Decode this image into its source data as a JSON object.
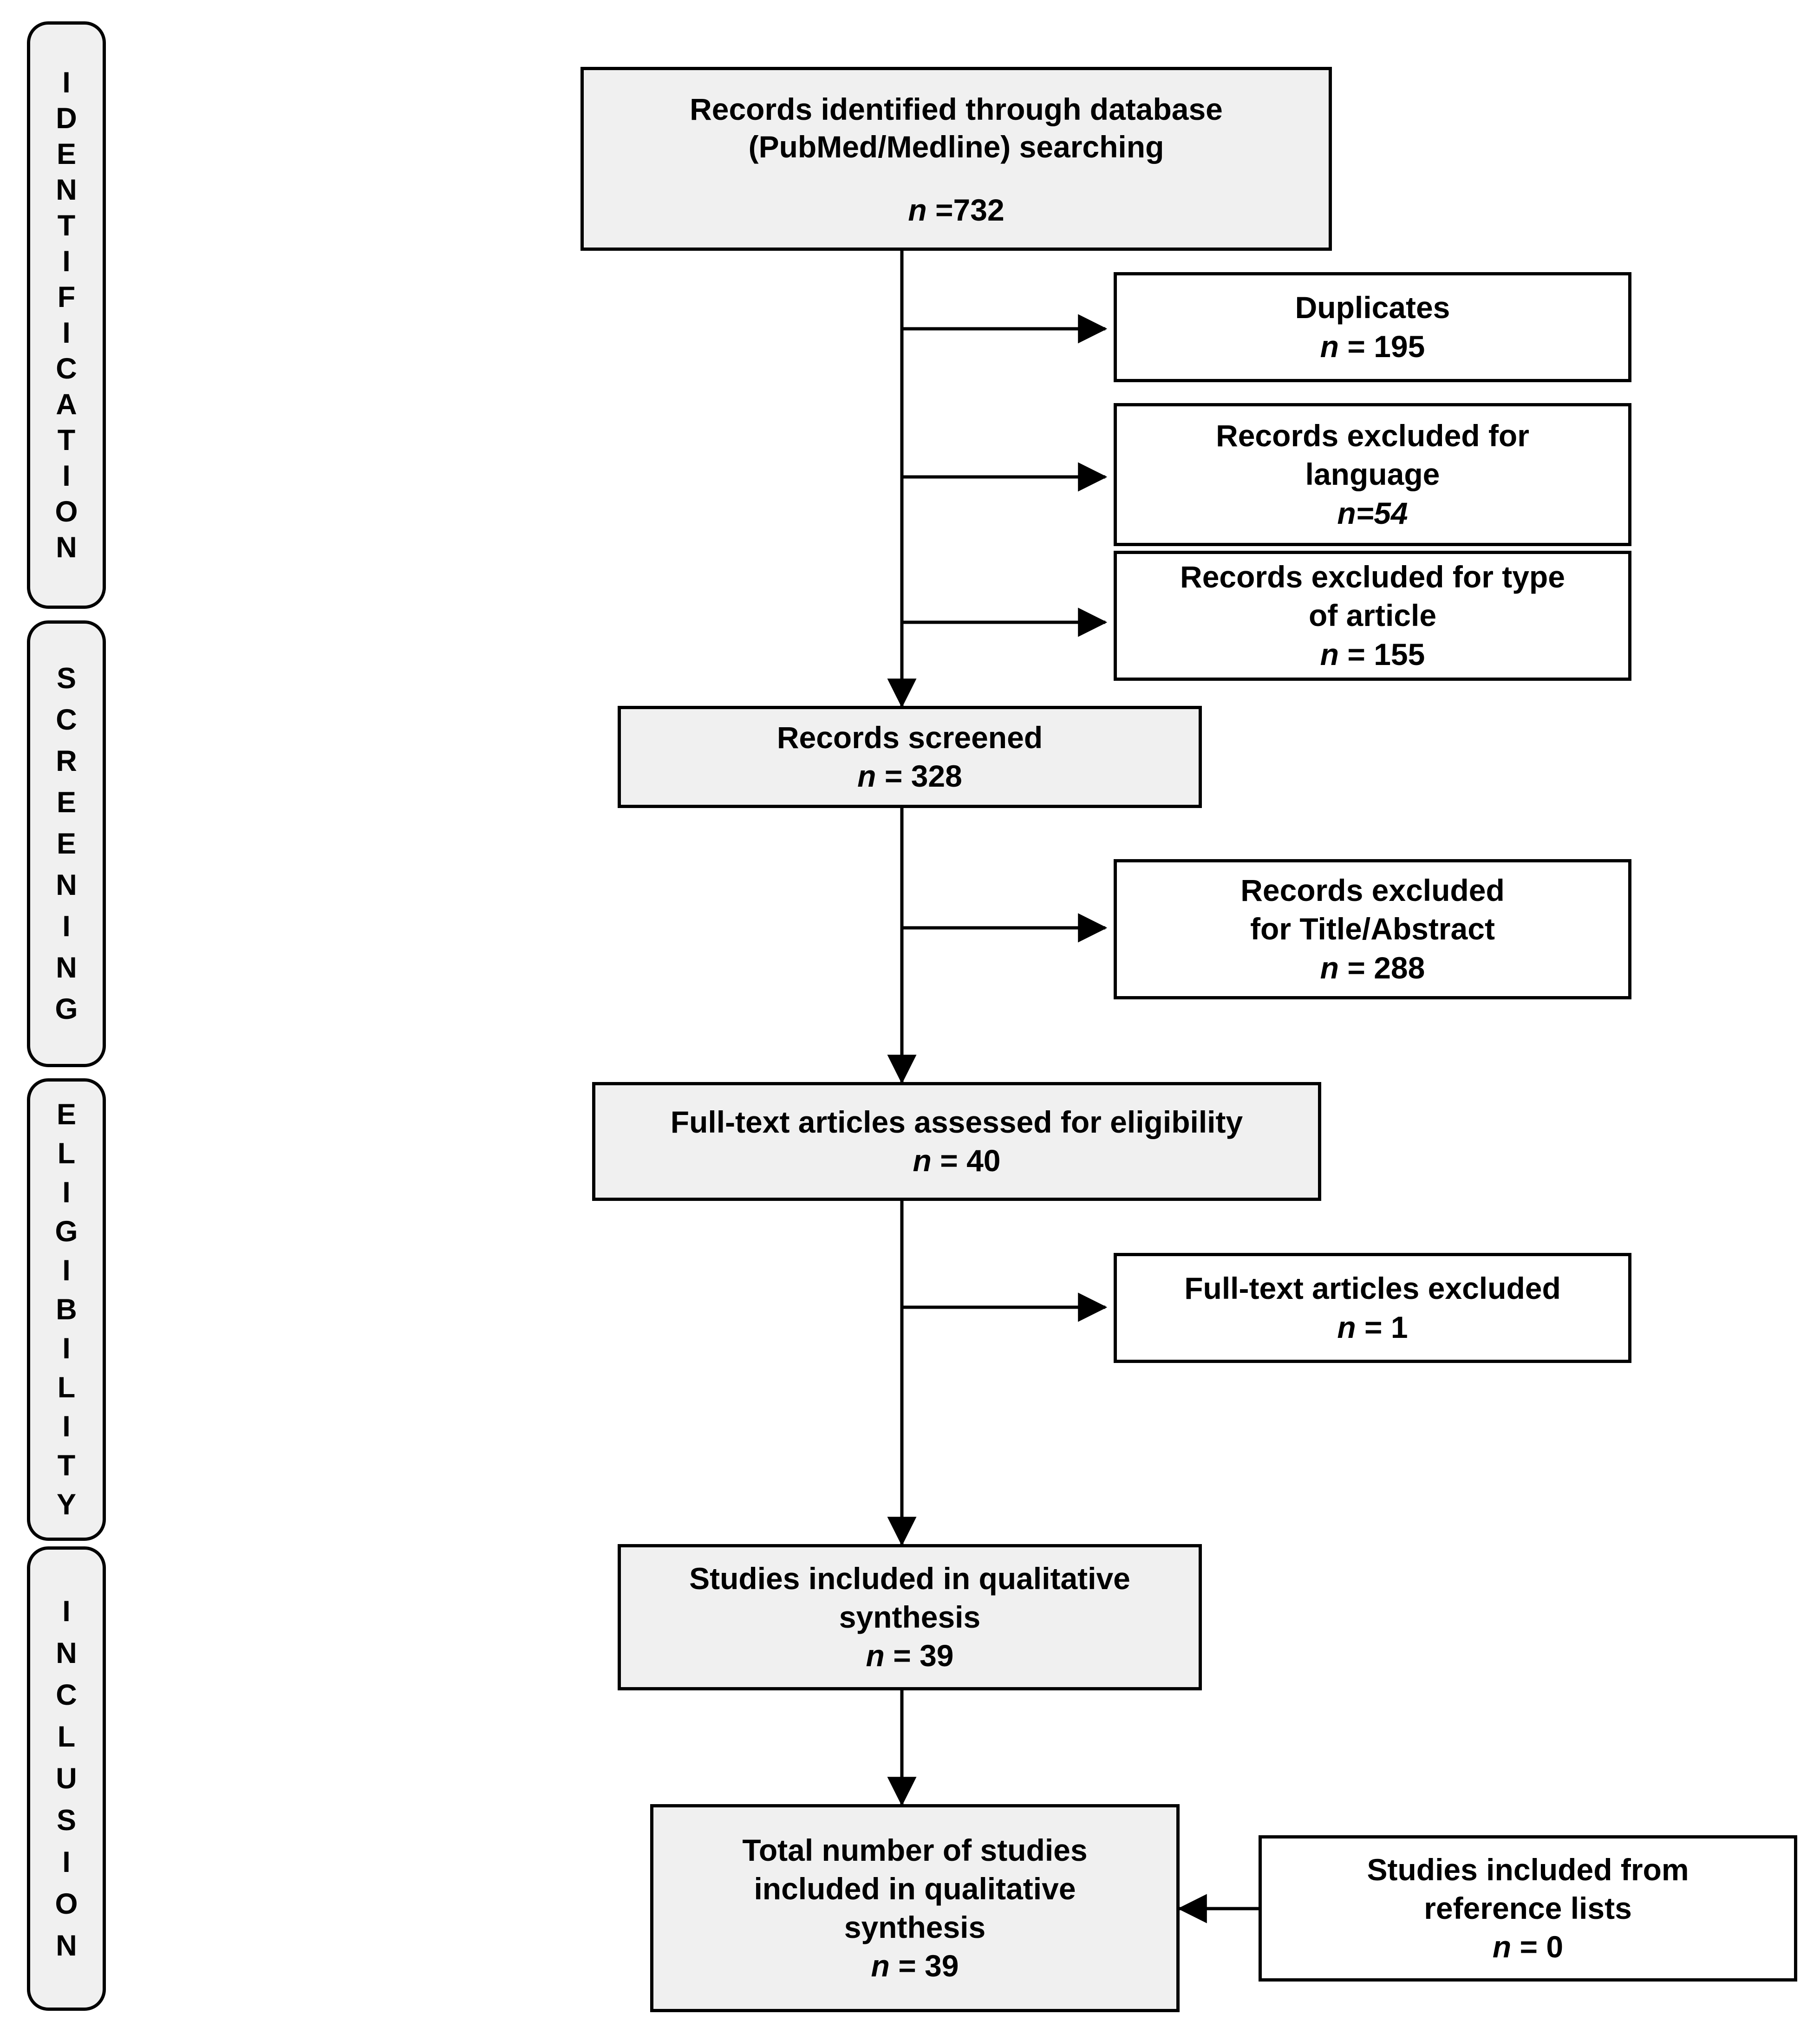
{
  "diagram": {
    "type": "PRISMA flow diagram",
    "colors": {
      "box_fill_primary": "#f0f0f0",
      "box_fill_secondary": "#ffffff",
      "stroke": "#000000",
      "background": "#ffffff"
    }
  },
  "stages": [
    {
      "id": "identification",
      "label": "IDENTIFICATION",
      "letters": [
        "I",
        "D",
        "E",
        "N",
        "T",
        "I",
        "F",
        "I",
        "C",
        "A",
        "T",
        "I",
        "O",
        "N"
      ]
    },
    {
      "id": "screening",
      "label": "SCREENING",
      "letters": [
        "S",
        "C",
        "R",
        "E",
        "E",
        "N",
        "I",
        "N",
        "G"
      ]
    },
    {
      "id": "eligibility",
      "label": "ELIGIBILITY",
      "letters": [
        "E",
        "L",
        "I",
        "G",
        "I",
        "B",
        "I",
        "L",
        "I",
        "T",
        "Y"
      ]
    },
    {
      "id": "inclusion",
      "label": "INCLUSION",
      "letters": [
        "I",
        "N",
        "C",
        "L",
        "U",
        "S",
        "I",
        "O",
        "N"
      ]
    }
  ],
  "nodes": {
    "records_identified": {
      "line1": "Records identified through database",
      "line2": "(PubMed/Medline) searching",
      "n_label": "n",
      "n_value": "=732",
      "n_text": "n =732"
    },
    "duplicates": {
      "line1": "Duplicates",
      "n_text": "n = 195",
      "n_value": "195"
    },
    "excluded_language": {
      "line1": "Records excluded for",
      "line2": "language",
      "n_text": "n=54",
      "n_value": "54"
    },
    "excluded_type": {
      "line1": "Records excluded for type",
      "line2": "of article",
      "n_text": "n = 155",
      "n_value": "155"
    },
    "records_screened": {
      "line1": "Records screened",
      "n_text": "n = 328",
      "n_value": "328"
    },
    "excluded_title_abstract": {
      "line1": "Records excluded",
      "line2": "for Title/Abstract",
      "n_text": "n = 288",
      "n_value": "288"
    },
    "fulltext_assessed": {
      "line1": "Full-text articles assessed for eligibility",
      "n_text": "n = 40",
      "n_value": "40"
    },
    "fulltext_excluded": {
      "line1": "Full-text articles excluded",
      "n_text": "n = 1",
      "n_value": "1"
    },
    "studies_qualitative": {
      "line1": "Studies included in qualitative",
      "line2": "synthesis",
      "n_text": "n = 39",
      "n_value": "39"
    },
    "total_studies": {
      "line1": "Total number of studies",
      "line2": "included in qualitative",
      "line3": "synthesis",
      "n_text": "n = 39",
      "n_value": "39"
    },
    "reference_lists": {
      "line1": "Studies included from",
      "line2": "reference lists",
      "n_text": "n = 0",
      "n_value": "0"
    }
  }
}
